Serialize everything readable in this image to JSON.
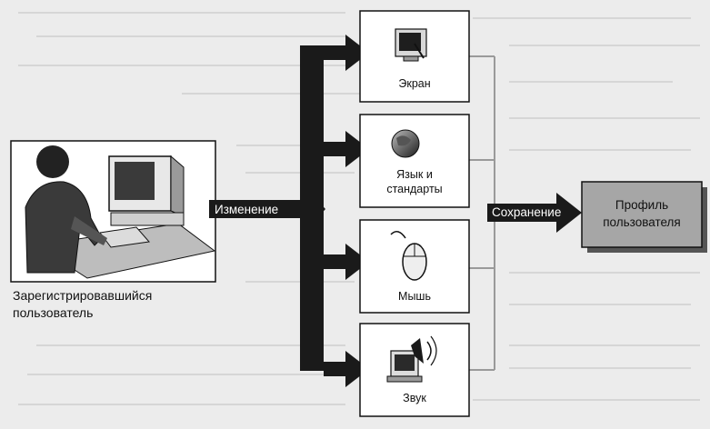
{
  "user": {
    "label_line1": "Зарегистрировавшийся",
    "label_line2": "пользователь"
  },
  "flow": {
    "change_label": "Изменение",
    "save_label": "Сохранение"
  },
  "settings": [
    {
      "label": "Экран",
      "icon": "monitor-icon"
    },
    {
      "label": "Язык и\nстандарты",
      "icon": "globe-icon"
    },
    {
      "label": "Мышь",
      "icon": "mouse-icon"
    },
    {
      "label": "Звук",
      "icon": "speaker-icon"
    }
  ],
  "profile": {
    "label_line1": "Профиль",
    "label_line2": "пользователя"
  },
  "colors": {
    "arrow": "#1a1a1a",
    "profile_fill": "#a6a6a6",
    "connector": "#9a9a9a",
    "box_border": "#111111"
  }
}
